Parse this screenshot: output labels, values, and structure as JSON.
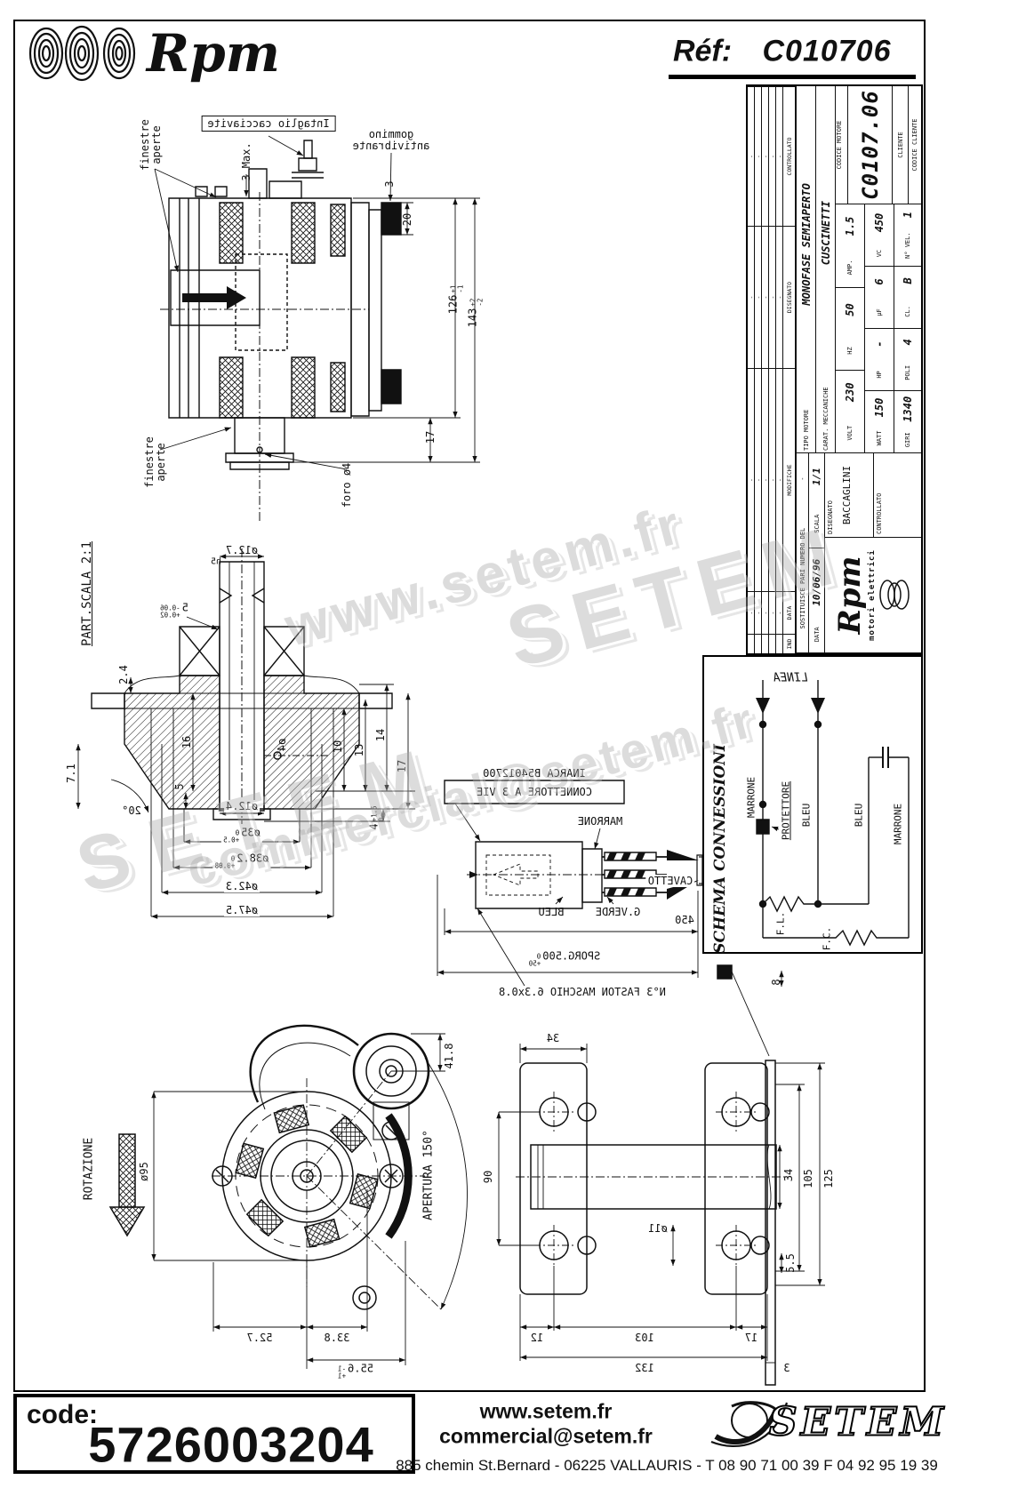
{
  "header": {
    "brand": "Rpm",
    "ref_label": "Réf:",
    "ref_value": "C010706"
  },
  "title_block": {
    "rev_headers": [
      "IND",
      "DATA",
      "MODIFICHE",
      "DISEGNATO",
      "CONTROLLATO"
    ],
    "dash": "-",
    "sostituisce_label": "SOSTITUISCE PARI NUMERO DEL",
    "sostituisce_value": "-",
    "data_label": "DATA",
    "data_value": "10/06/96",
    "scala_label": "SCALA",
    "scala_value": "1/1",
    "logo_text": "Rpm",
    "logo_sub": "motori elettrici",
    "disegnato_label": "DISEGNATO",
    "disegnato_value": "BACCAGLINI",
    "controllato_label": "CONTROLLATO",
    "tipo_label": "TIPO MOTORE",
    "tipo_value": "MONOFASE SEMIAPERTO",
    "carat_label": "CARAT. MECCANICHE",
    "carat_value": "CUSCINETTI",
    "volt_label": "VOLT",
    "volt": "230",
    "hz_label": "HZ",
    "hz": "50",
    "amp_label": "AMP.",
    "amp": "1.5",
    "watt_label": "WATT",
    "watt": "150",
    "hp_label": "HP",
    "hp": "-",
    "uf_label": "µF",
    "uf": "6",
    "vc_label": "VC",
    "vc": "450",
    "giri_label": "GIRI",
    "giri": "1340",
    "poli_label": "POLI",
    "poli": "4",
    "cl_label": "CL.",
    "cl": "B",
    "nvel_label": "N° VEL.",
    "nvel": "1",
    "cliente_label": "CLIENTE",
    "codcli_label": "CODICE CLIENTE",
    "codmot_label": "CODICE MOTORE",
    "codmot_value": "C0107.06"
  },
  "side_view": {
    "finestre_l1": "finestre",
    "finestre_l2": "aperte",
    "intaglio": "Intaglio cacciavite",
    "gommino_l1": "gommino",
    "gommino_l2": "antivibrante",
    "dim_3max": "3 Max.",
    "dim_3": "3",
    "dim_20": "20",
    "dim_126": {
      "v": "126",
      "p": "+1",
      "m": "-1"
    },
    "dim_143": {
      "v": "143",
      "p": "+2",
      "m": "-2"
    },
    "dim_17": "17",
    "foro": "foro ø4"
  },
  "section": {
    "title": "PART.SCALA 2:1",
    "d127": "ø12.7",
    "h5": "h5",
    "d5": {
      "v": "5",
      "p": "-0.06",
      "m": "+0.02"
    },
    "d24": "2.4",
    "d71": "7.1",
    "a20": "20°",
    "d16": "16",
    "d5b": "5",
    "d4": "ø4",
    "d10": "10",
    "d13": "13",
    "d14": "14",
    "d17": "17",
    "d4t": {
      "v": "4",
      "p": "+1.5",
      "m": "0"
    },
    "d124": "ø12.4",
    "d35": {
      "v": "ø35",
      "p": "0",
      "m": "+0.5"
    },
    "d382": {
      "v": "ø38.2",
      "p": "0",
      "m": "+0.08"
    },
    "d423": "ø42.3",
    "d475": "ø47.5"
  },
  "connector": {
    "part_no": "INARCA B54012700",
    "title": "CONNETTORE A 3 VIE",
    "marrone": "MARRONE",
    "bleu": "BLEU",
    "gverde": "G.VERDE",
    "cavetto": "CAVETTO",
    "dim_450": "450",
    "sporg": {
      "v": "SPORG.500",
      "p": "0",
      "m": "+50"
    },
    "faston": "N°3 FASTON MASCHIO 6.3x0.8"
  },
  "schema": {
    "title": "SCHEMA CONNESSIONI",
    "linea": "LINEA",
    "marrone1": "MARRONE",
    "bleu1": "BLEU",
    "bleu2": "BLEU",
    "marrone2": "MARRONE",
    "protettore": "PROTETTORE",
    "fl": "F.L.",
    "fc": "F.C."
  },
  "front_view": {
    "rotazione": "ROTAZIONE",
    "d95": "ø95",
    "apertura": "APERTURA 150°",
    "d418": "41.8",
    "d527": "52.7",
    "d338": "33.8",
    "d556": {
      "v": "55.6",
      "p": "-1",
      "m": "+1"
    }
  },
  "bracket": {
    "d34top": "34",
    "d8": "8",
    "d90": "90",
    "d34r": "34",
    "d105": "105",
    "d125": "125",
    "d55": "5.5",
    "d11": "ø11",
    "d12": "12",
    "d103": "103",
    "d17": "17",
    "d132": "132",
    "d3": "3"
  },
  "watermarks": {
    "wm1": "www.setem.fr",
    "wm2": "SETEM",
    "wm3": "SETEM",
    "wm4": "commercial@setem.fr"
  },
  "footer": {
    "code_label": "code:",
    "code_value": "5726003204",
    "site": "www.setem.fr",
    "email": "commercial@setem.fr",
    "address": "885 chemin St.Bernard  -  06225 VALLAURIS  -  T 08 90 71 00 39   F 04 92 95 19 39",
    "logo": "SETEM"
  }
}
